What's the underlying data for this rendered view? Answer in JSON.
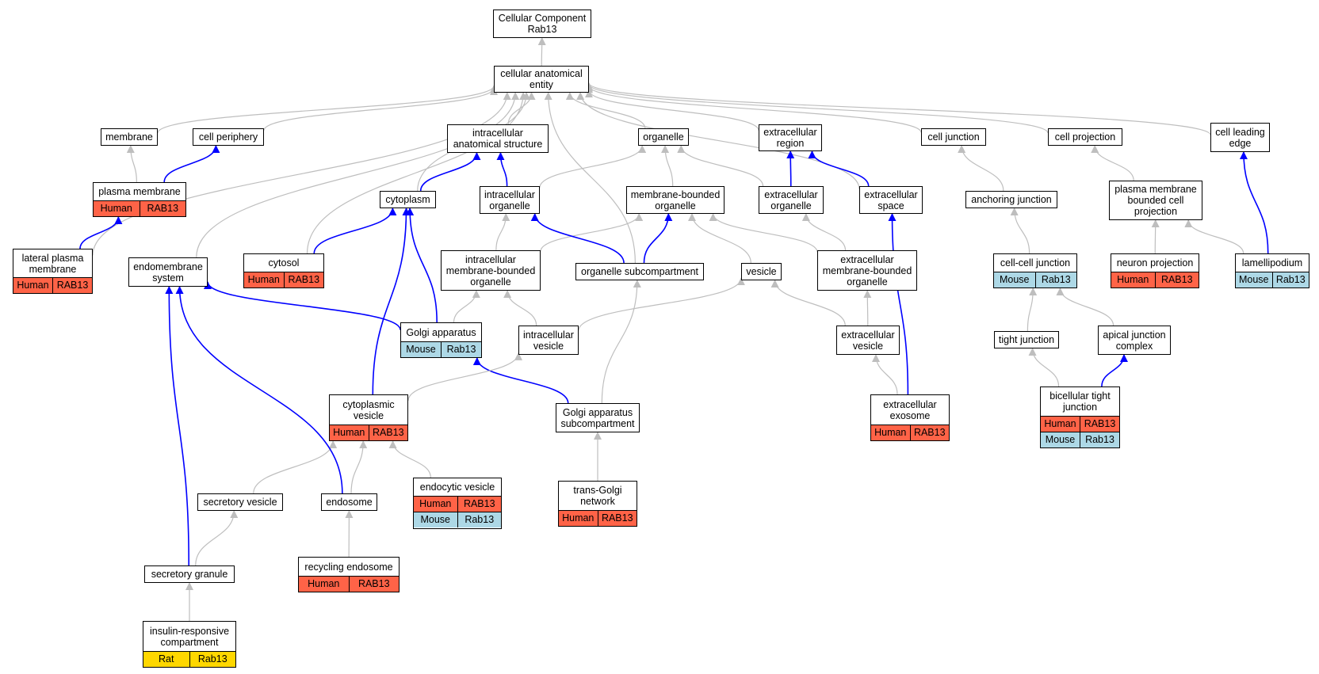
{
  "colors": {
    "gray_edge": "#bebebe",
    "blue_edge": "#0000ff",
    "human": "#ff6347",
    "mouse": "#add8e6",
    "rat": "#ffd700"
  },
  "nodes": {
    "root": {
      "label": "Cellular Component\nRab13"
    },
    "cae": {
      "label": "cellular anatomical\nentity"
    },
    "membrane": {
      "label": "membrane"
    },
    "cell_periphery": {
      "label": "cell periphery"
    },
    "ias": {
      "label": "intracellular\nanatomical structure"
    },
    "organelle": {
      "label": "organelle"
    },
    "extracellular_region": {
      "label": "extracellular\nregion"
    },
    "cell_junction": {
      "label": "cell junction"
    },
    "cell_projection": {
      "label": "cell projection"
    },
    "cell_leading_edge": {
      "label": "cell leading\nedge"
    },
    "plasma_membrane": {
      "label": "plasma membrane",
      "annotations": [
        {
          "species": "Human",
          "gene": "RAB13"
        }
      ]
    },
    "cytoplasm": {
      "label": "cytoplasm"
    },
    "intracellular_organelle": {
      "label": "intracellular\norganelle"
    },
    "membrane_bounded_organelle": {
      "label": "membrane-bounded\norganelle"
    },
    "extracellular_organelle": {
      "label": "extracellular\norganelle"
    },
    "extracellular_space": {
      "label": "extracellular\nspace"
    },
    "anchoring_junction": {
      "label": "anchoring junction"
    },
    "pm_bounded_cell_projection": {
      "label": "plasma membrane\nbounded cell\nprojection"
    },
    "lateral_plasma_membrane": {
      "label": "lateral plasma\nmembrane",
      "annotations": [
        {
          "species": "Human",
          "gene": "RAB13"
        }
      ]
    },
    "endomembrane_system": {
      "label": "endomembrane\nsystem"
    },
    "cytosol": {
      "label": "cytosol",
      "annotations": [
        {
          "species": "Human",
          "gene": "RAB13"
        }
      ]
    },
    "imbo": {
      "label": "intracellular\nmembrane-bounded\norganelle"
    },
    "organelle_subcompartment": {
      "label": "organelle subcompartment"
    },
    "vesicle": {
      "label": "vesicle"
    },
    "embo": {
      "label": "extracellular\nmembrane-bounded\norganelle"
    },
    "cell_cell_junction": {
      "label": "cell-cell junction",
      "annotations": [
        {
          "species": "Mouse",
          "gene": "Rab13"
        }
      ]
    },
    "neuron_projection": {
      "label": "neuron projection",
      "annotations": [
        {
          "species": "Human",
          "gene": "RAB13"
        }
      ]
    },
    "lamellipodium": {
      "label": "lamellipodium",
      "annotations": [
        {
          "species": "Mouse",
          "gene": "Rab13"
        }
      ]
    },
    "golgi_apparatus": {
      "label": "Golgi apparatus",
      "annotations": [
        {
          "species": "Mouse",
          "gene": "Rab13"
        }
      ]
    },
    "intracellular_vesicle": {
      "label": "intracellular\nvesicle"
    },
    "extracellular_vesicle": {
      "label": "extracellular\nvesicle"
    },
    "tight_junction": {
      "label": "tight junction"
    },
    "apical_junction_complex": {
      "label": "apical junction\ncomplex"
    },
    "cytoplasmic_vesicle": {
      "label": "cytoplasmic\nvesicle",
      "annotations": [
        {
          "species": "Human",
          "gene": "RAB13"
        }
      ]
    },
    "golgi_subcompartment": {
      "label": "Golgi apparatus\nsubcompartment"
    },
    "extracellular_exosome": {
      "label": "extracellular\nexosome",
      "annotations": [
        {
          "species": "Human",
          "gene": "RAB13"
        }
      ]
    },
    "bicellular_tight_junction": {
      "label": "bicellular tight\njunction",
      "annotations": [
        {
          "species": "Human",
          "gene": "RAB13"
        },
        {
          "species": "Mouse",
          "gene": "Rab13"
        }
      ]
    },
    "secretory_vesicle": {
      "label": "secretory vesicle"
    },
    "endosome": {
      "label": "endosome"
    },
    "endocytic_vesicle": {
      "label": "endocytic vesicle",
      "annotations": [
        {
          "species": "Human",
          "gene": "RAB13"
        },
        {
          "species": "Mouse",
          "gene": "Rab13"
        }
      ]
    },
    "trans_golgi_network": {
      "label": "trans-Golgi\nnetwork",
      "annotations": [
        {
          "species": "Human",
          "gene": "RAB13"
        }
      ]
    },
    "recycling_endosome": {
      "label": "recycling endosome",
      "annotations": [
        {
          "species": "Human",
          "gene": "RAB13"
        }
      ]
    },
    "secretory_granule": {
      "label": "secretory granule"
    },
    "insulin_responsive_compartment": {
      "label": "insulin-responsive\ncompartment",
      "annotations": [
        {
          "species": "Rat",
          "gene": "Rab13"
        }
      ]
    }
  },
  "edges": [
    {
      "from": "cae",
      "to": "root",
      "type": "gray"
    },
    {
      "from": "membrane",
      "to": "cae",
      "type": "gray"
    },
    {
      "from": "cell_periphery",
      "to": "cae",
      "type": "gray"
    },
    {
      "from": "ias",
      "to": "cae",
      "type": "gray"
    },
    {
      "from": "organelle",
      "to": "cae",
      "type": "gray"
    },
    {
      "from": "extracellular_region",
      "to": "cae",
      "type": "gray"
    },
    {
      "from": "cell_junction",
      "to": "cae",
      "type": "gray"
    },
    {
      "from": "cell_projection",
      "to": "cae",
      "type": "gray"
    },
    {
      "from": "cell_leading_edge",
      "to": "cae",
      "type": "gray"
    },
    {
      "from": "lateral_plasma_membrane",
      "to": "cae",
      "type": "gray"
    },
    {
      "from": "endomembrane_system",
      "to": "cae",
      "type": "gray"
    },
    {
      "from": "cytoplasm",
      "to": "cae",
      "type": "gray"
    },
    {
      "from": "cytosol",
      "to": "cae",
      "type": "gray"
    },
    {
      "from": "organelle_subcompartment",
      "to": "cae",
      "type": "gray"
    },
    {
      "from": "extracellular_space",
      "to": "cae",
      "type": "gray"
    },
    {
      "from": "plasma_membrane",
      "to": "membrane",
      "type": "gray"
    },
    {
      "from": "plasma_membrane",
      "to": "cell_periphery",
      "type": "blue"
    },
    {
      "from": "lateral_plasma_membrane",
      "to": "plasma_membrane",
      "type": "blue"
    },
    {
      "from": "cytoplasm",
      "to": "ias",
      "type": "blue"
    },
    {
      "from": "intracellular_organelle",
      "to": "ias",
      "type": "blue"
    },
    {
      "from": "intracellular_organelle",
      "to": "organelle",
      "type": "gray"
    },
    {
      "from": "membrane_bounded_organelle",
      "to": "organelle",
      "type": "gray"
    },
    {
      "from": "extracellular_organelle",
      "to": "organelle",
      "type": "gray"
    },
    {
      "from": "extracellular_organelle",
      "to": "extracellular_region",
      "type": "blue"
    },
    {
      "from": "extracellular_space",
      "to": "extracellular_region",
      "type": "blue"
    },
    {
      "from": "anchoring_junction",
      "to": "cell_junction",
      "type": "gray"
    },
    {
      "from": "pm_bounded_cell_projection",
      "to": "cell_projection",
      "type": "gray"
    },
    {
      "from": "lamellipodium",
      "to": "cell_leading_edge",
      "type": "blue"
    },
    {
      "from": "cytosol",
      "to": "cytoplasm",
      "type": "blue"
    },
    {
      "from": "golgi_apparatus",
      "to": "cytoplasm",
      "type": "blue"
    },
    {
      "from": "cytoplasmic_vesicle",
      "to": "cytoplasm",
      "type": "blue"
    },
    {
      "from": "imbo",
      "to": "intracellular_organelle",
      "type": "gray"
    },
    {
      "from": "imbo",
      "to": "membrane_bounded_organelle",
      "type": "gray"
    },
    {
      "from": "organelle_subcompartment",
      "to": "intracellular_organelle",
      "type": "blue"
    },
    {
      "from": "organelle_subcompartment",
      "to": "membrane_bounded_organelle",
      "type": "blue"
    },
    {
      "from": "vesicle",
      "to": "membrane_bounded_organelle",
      "type": "gray"
    },
    {
      "from": "embo",
      "to": "membrane_bounded_organelle",
      "type": "gray"
    },
    {
      "from": "embo",
      "to": "extracellular_organelle",
      "type": "gray"
    },
    {
      "from": "cell_cell_junction",
      "to": "anchoring_junction",
      "type": "gray"
    },
    {
      "from": "neuron_projection",
      "to": "pm_bounded_cell_projection",
      "type": "gray"
    },
    {
      "from": "lamellipodium",
      "to": "pm_bounded_cell_projection",
      "type": "gray"
    },
    {
      "from": "golgi_apparatus",
      "to": "endomembrane_system",
      "type": "blue"
    },
    {
      "from": "golgi_apparatus",
      "to": "imbo",
      "type": "gray"
    },
    {
      "from": "intracellular_vesicle",
      "to": "imbo",
      "type": "gray"
    },
    {
      "from": "intracellular_vesicle",
      "to": "vesicle",
      "type": "gray"
    },
    {
      "from": "extracellular_vesicle",
      "to": "vesicle",
      "type": "gray"
    },
    {
      "from": "extracellular_vesicle",
      "to": "embo",
      "type": "gray"
    },
    {
      "from": "golgi_subcompartment",
      "to": "organelle_subcompartment",
      "type": "gray"
    },
    {
      "from": "golgi_subcompartment",
      "to": "golgi_apparatus",
      "type": "blue"
    },
    {
      "from": "cytoplasmic_vesicle",
      "to": "intracellular_vesicle",
      "type": "gray"
    },
    {
      "from": "extracellular_exosome",
      "to": "extracellular_vesicle",
      "type": "gray"
    },
    {
      "from": "extracellular_exosome",
      "to": "extracellular_space",
      "type": "blue"
    },
    {
      "from": "tight_junction",
      "to": "cell_cell_junction",
      "type": "gray"
    },
    {
      "from": "apical_junction_complex",
      "to": "cell_cell_junction",
      "type": "gray"
    },
    {
      "from": "bicellular_tight_junction",
      "to": "tight_junction",
      "type": "gray"
    },
    {
      "from": "bicellular_tight_junction",
      "to": "apical_junction_complex",
      "type": "blue"
    },
    {
      "from": "trans_golgi_network",
      "to": "golgi_subcompartment",
      "type": "gray"
    },
    {
      "from": "secretory_vesicle",
      "to": "cytoplasmic_vesicle",
      "type": "gray"
    },
    {
      "from": "endosome",
      "to": "cytoplasmic_vesicle",
      "type": "gray"
    },
    {
      "from": "endocytic_vesicle",
      "to": "cytoplasmic_vesicle",
      "type": "gray"
    },
    {
      "from": "endosome",
      "to": "endomembrane_system",
      "type": "blue"
    },
    {
      "from": "recycling_endosome",
      "to": "endosome",
      "type": "gray"
    },
    {
      "from": "secretory_granule",
      "to": "secretory_vesicle",
      "type": "gray"
    },
    {
      "from": "secretory_granule",
      "to": "endomembrane_system",
      "type": "blue"
    },
    {
      "from": "insulin_responsive_compartment",
      "to": "secretory_granule",
      "type": "gray"
    }
  ]
}
